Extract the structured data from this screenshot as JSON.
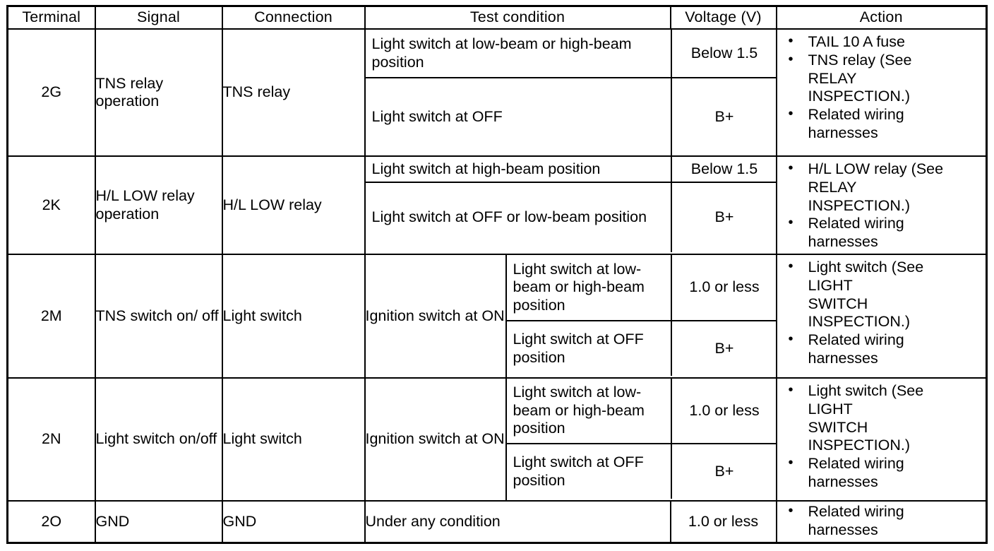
{
  "table": {
    "headers": [
      "Terminal",
      "Signal",
      "Connection",
      "Test condition",
      "Voltage (V)",
      "Action"
    ],
    "rows": [
      {
        "terminal": "2G",
        "signal": "TNS relay operation",
        "connection": "TNS relay",
        "conditions": [
          {
            "text": "Light switch at low-beam or high-beam position",
            "voltage": "Below 1.5"
          },
          {
            "text": "Light switch at OFF",
            "voltage": "B+"
          }
        ],
        "actions": [
          "TAIL 10 A fuse",
          "TNS relay (See\nRELAY\nINSPECTION.)",
          "Related wiring\nharnesses"
        ]
      },
      {
        "terminal": "2K",
        "signal": "H/L LOW relay operation",
        "connection": "H/L LOW relay",
        "conditions": [
          {
            "text": "Light switch at high-beam position",
            "voltage": "Below 1.5"
          },
          {
            "text": "Light switch at OFF or low-beam position",
            "voltage": "B+"
          }
        ],
        "actions": [
          "H/L LOW relay (See\nRELAY\nINSPECTION.)",
          "Related wiring\nharnesses"
        ]
      },
      {
        "terminal": "2M",
        "signal": "TNS switch on/ off",
        "connection": "Light switch",
        "condition_main": "Ignition switch at ON",
        "conditions": [
          {
            "text": "Light switch at low-beam or high-beam position",
            "voltage": "1.0 or less"
          },
          {
            "text": "Light switch at OFF position",
            "voltage": "B+"
          }
        ],
        "actions": [
          "Light switch (See\nLIGHT\nSWITCH\nINSPECTION.)",
          "Related wiring\nharnesses"
        ]
      },
      {
        "terminal": "2N",
        "signal": "Light switch on/off",
        "connection": "Light switch",
        "condition_main": "Ignition switch at ON",
        "conditions": [
          {
            "text": "Light switch at low-beam or high-beam position",
            "voltage": "1.0 or less"
          },
          {
            "text": "Light switch at OFF position",
            "voltage": "B+"
          }
        ],
        "actions": [
          "Light switch (See\n LIGHT\nSWITCH\nINSPECTION.)",
          "Related wiring\nharnesses"
        ]
      },
      {
        "terminal": "2O",
        "signal": "GND",
        "connection": "GND",
        "conditions": [
          {
            "text": "Under any condition",
            "voltage": "1.0 or less"
          }
        ],
        "actions": [
          "Related wiring\nharnesses"
        ]
      }
    ]
  }
}
